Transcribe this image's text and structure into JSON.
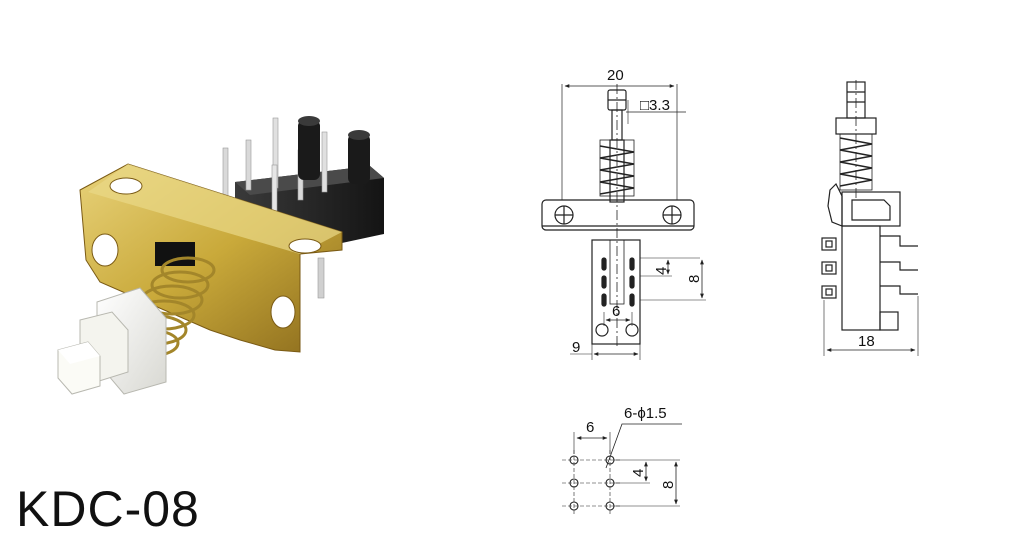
{
  "title": "KDC-08",
  "front_view": {
    "width_label": "20",
    "plunger_label": "□3.3",
    "pin_v_pitch_label": "4",
    "pin_v_span_label": "8",
    "pin_h_pitch_label": "6",
    "base_label": "9"
  },
  "side_view": {
    "width_label": "18"
  },
  "pcb_layout": {
    "hole_label": "6-ϕ1.5",
    "h_pitch_label": "6",
    "v_pitch_label": "4",
    "v_span_label": "8"
  },
  "colors": {
    "line": "#222222",
    "brass": "#c9a93a",
    "brass_dark": "#8a6a1c",
    "housing": "#1f1f1f",
    "plunger": "#f2f2ee"
  }
}
